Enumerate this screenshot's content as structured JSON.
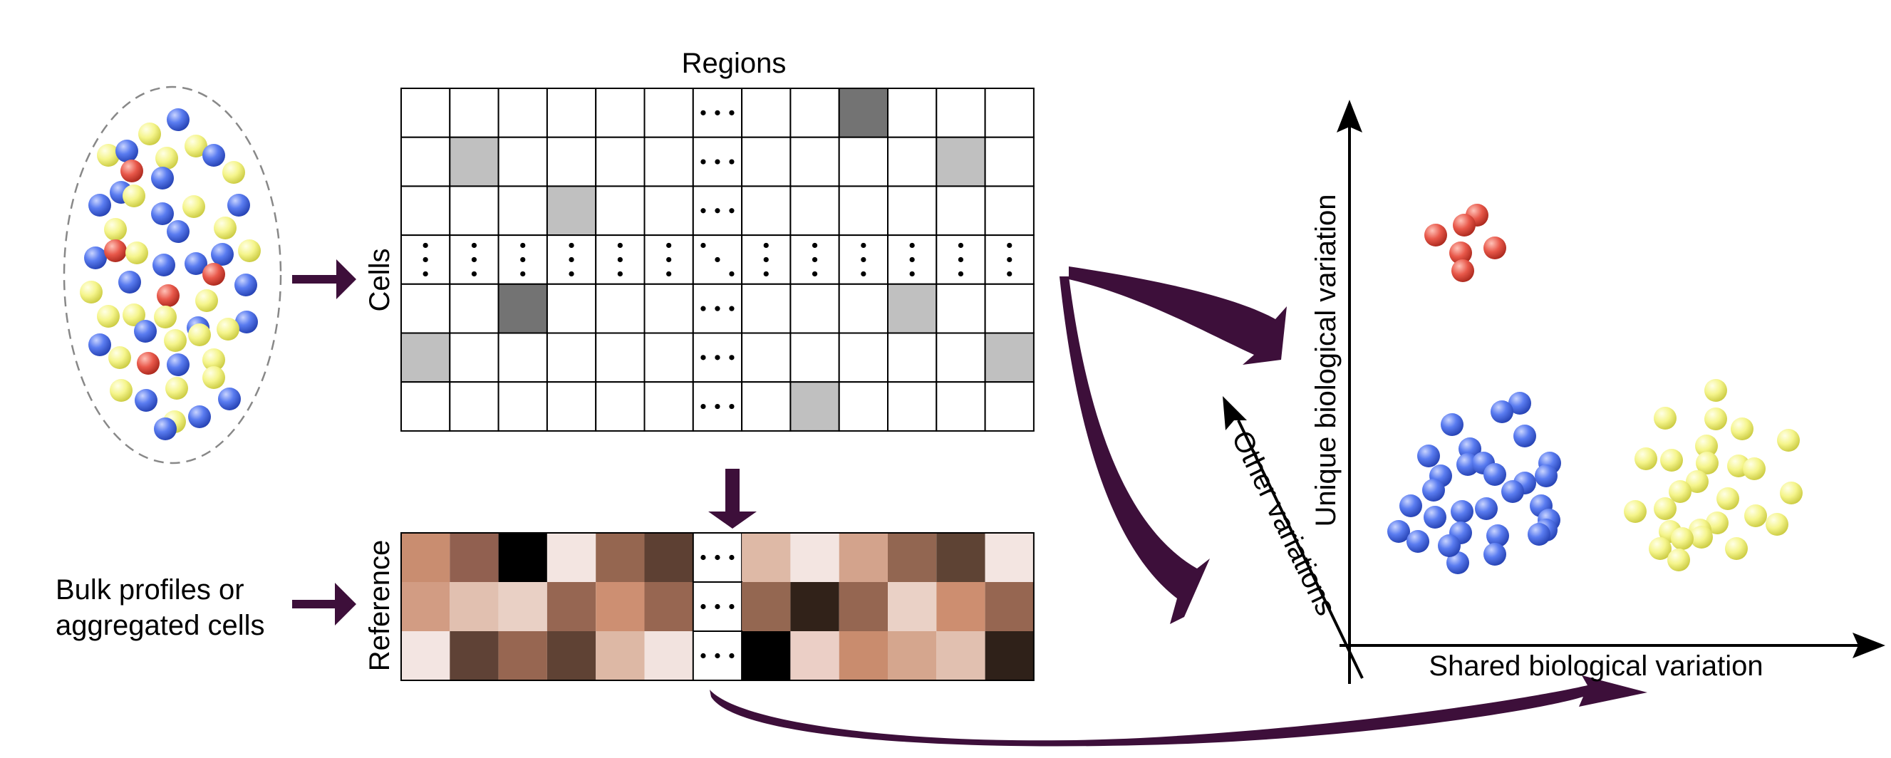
{
  "labels": {
    "regions": "Regions",
    "cells": "Cells",
    "reference": "Reference",
    "bulk_line1": "Bulk profiles or",
    "bulk_line2": "aggregated cells",
    "y_axis": "Unique biological variation",
    "x_axis": "Shared biological variation",
    "diag_axis": "Other variations"
  },
  "colors": {
    "arrow": "#3d0f3a",
    "cell_blue": "#3f63e0",
    "cell_yellow": "#f2f27a",
    "cell_red": "#e04a3c",
    "grid_light_gray": "#c0c0c0",
    "grid_dark_gray": "#737373"
  },
  "matrix": {
    "shaded_cells": [
      {
        "row": 0,
        "col": 9,
        "shade": "dark"
      },
      {
        "row": 1,
        "col": 1,
        "shade": "light"
      },
      {
        "row": 1,
        "col": 11,
        "shade": "light"
      },
      {
        "row": 2,
        "col": 3,
        "shade": "light"
      },
      {
        "row": 4,
        "col": 2,
        "shade": "dark"
      },
      {
        "row": 4,
        "col": 10,
        "shade": "light"
      },
      {
        "row": 5,
        "col": 0,
        "shade": "light"
      },
      {
        "row": 5,
        "col": 12,
        "shade": "light"
      },
      {
        "row": 6,
        "col": 8,
        "shade": "light"
      }
    ]
  },
  "reference": {
    "colors": [
      [
        "#c98d70",
        "#916050",
        "#000000",
        "#f3e5e1",
        "#956650",
        "#5d4033",
        "ellipsis",
        "#deb9a6",
        "#f3e5e1",
        "#d3a38c",
        "#926651",
        "#5e4334",
        "#f3e5e1"
      ],
      [
        "#d29c83",
        "#e1c0b0",
        "#e9d0c5",
        "#966652",
        "#cd8f72",
        "#976651",
        "ellipsis",
        "#946751",
        "#312219",
        "#956651",
        "#ead1c6",
        "#cd8e70",
        "#966651"
      ],
      [
        "#f3e5e2",
        "#5f4236",
        "#976651",
        "#5f4234",
        "#ddb8a5",
        "#f2e3df",
        "ellipsis",
        "#000000",
        "#ebcfc6",
        "#c98c6e",
        "#d5a68e",
        "#e1c0b0",
        "#2f2119"
      ]
    ]
  }
}
